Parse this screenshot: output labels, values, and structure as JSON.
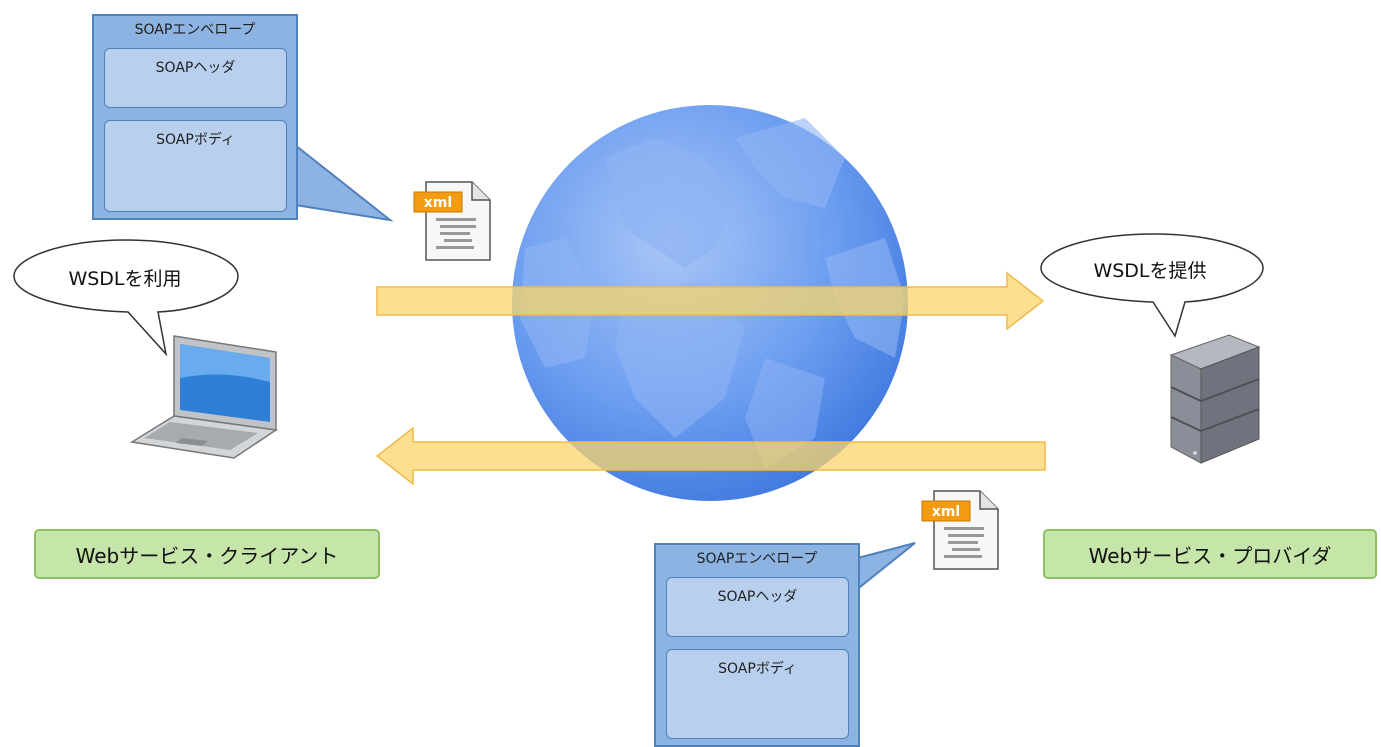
{
  "envelope_top": {
    "title": "SOAPエンベロープ",
    "header": "SOAPヘッダ",
    "body": "SOAPボディ"
  },
  "envelope_bottom": {
    "title": "SOAPエンベロープ",
    "header": "SOAPヘッダ",
    "body": "SOAPボディ"
  },
  "xml_icon_label": "xml",
  "client_bubble": "WSDLを利用",
  "provider_bubble": "WSDLを提供",
  "client_label": "Webサービス・クライアント",
  "provider_label": "Webサービス・プロバイダ",
  "colors": {
    "envelope_fill": "#8db3e2",
    "envelope_border": "#4f81bd",
    "arrow": "#fbd56a",
    "label_fill": "#c6e5a8",
    "globe": "#4a86e8"
  }
}
